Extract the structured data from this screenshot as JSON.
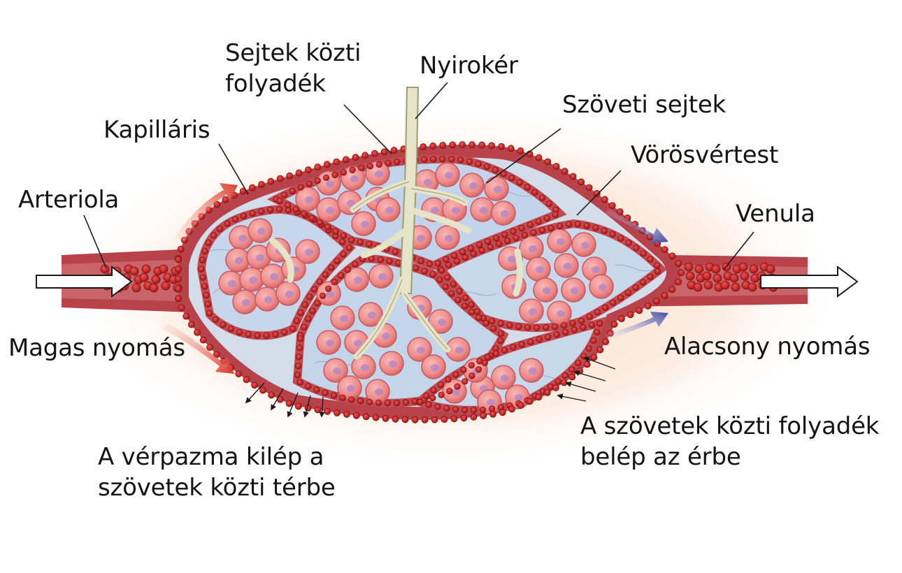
{
  "diagram": {
    "labels": {
      "sejtek_kozti_folyadek": [
        "Sejtek közti",
        "folyadék"
      ],
      "nyiroker": "Nyirokér",
      "szoveti_sejtek": "Szöveti sejtek",
      "kapillaris": "Kapilláris",
      "vorosvertest": "Vörösvértest",
      "arteriola": "Arteriola",
      "venula": "Venula",
      "magas_nyomas": "Magas nyomás",
      "alacsony_nyomas": "Alacsony nyomás",
      "verplazma_kilep": [
        "A vérpazma kilép a",
        "szövetek közti térbe"
      ],
      "folyadek_belep": [
        "A szövetek közti folyadék",
        "belép az érbe"
      ]
    },
    "colors": {
      "vessel_wall": "#b8424a",
      "vessel_lumen": "#c45a5c",
      "red_blood_cell": "#d8262c",
      "tissue_cell": "#ee8f8f",
      "tissue_nucleus": "#b58ac2",
      "interstitial_fluid": "#b9cde3",
      "lymph_vessel": "#e6e4c8",
      "background_glow": "#fbe6d6",
      "high_pressure_arrow": "#d9382b",
      "low_pressure_arrow": "#3f4aa0"
    }
  }
}
